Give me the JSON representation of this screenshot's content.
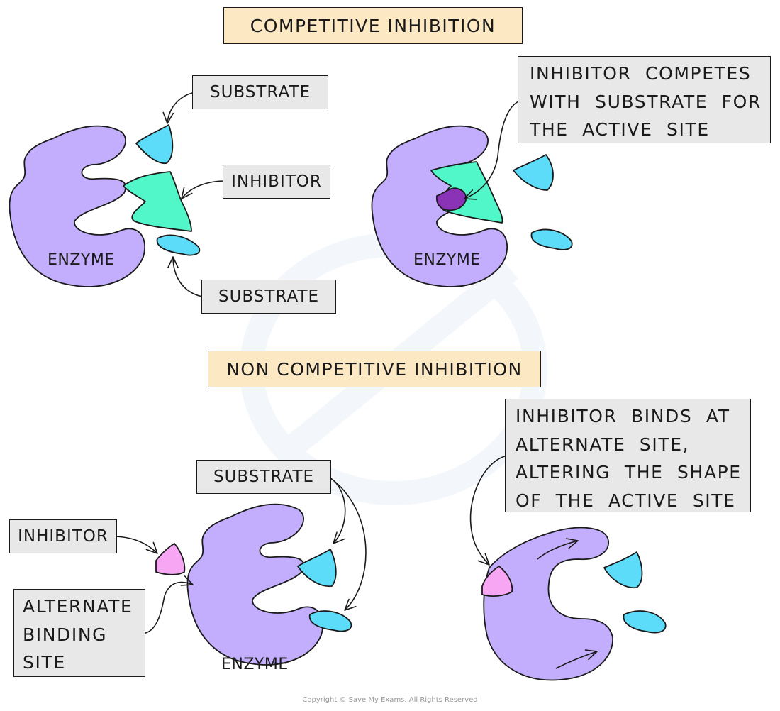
{
  "colors": {
    "enzyme": "#c2aefc",
    "substrate": "#5ddcfa",
    "competitive_inhibitor": "#52f7c9",
    "bound_inhibitor": "#8a33b7",
    "noncompetitive_inhibitor": "#f6a6f2",
    "banner_fill": "#fde8c4",
    "tag_fill": "#e8e8e8"
  },
  "competitive": {
    "banner": "COMPETITIVE  INHIBITION",
    "before": {
      "substrate_top_label": "SUBSTRATE",
      "inhibitor_label": "INHIBITOR",
      "substrate_bottom_label": "SUBSTRATE",
      "enzyme_label": "ENZYME"
    },
    "after": {
      "note_lines": [
        "INHIBITOR  COMPETES",
        "WITH  SUBSTRATE  FOR",
        "THE  ACTIVE  SITE"
      ],
      "enzyme_label": "ENZYME"
    }
  },
  "noncompetitive": {
    "banner": "NON  COMPETITIVE  INHIBITION",
    "before": {
      "substrate_label": "SUBSTRATE",
      "inhibitor_label": "INHIBITOR",
      "binding_site_lines": [
        "ALTERNATE",
        "BINDING",
        "SITE"
      ],
      "enzyme_label": "ENZYME"
    },
    "after": {
      "note_lines": [
        "INHIBITOR  BINDS  AT",
        "ALTERNATE  SITE,",
        "ALTERING  THE  SHAPE",
        "OF  THE  ACTIVE  SITE"
      ]
    }
  },
  "footer": {
    "copyright": "Copyright © Save My Exams. All Rights Reserved"
  }
}
